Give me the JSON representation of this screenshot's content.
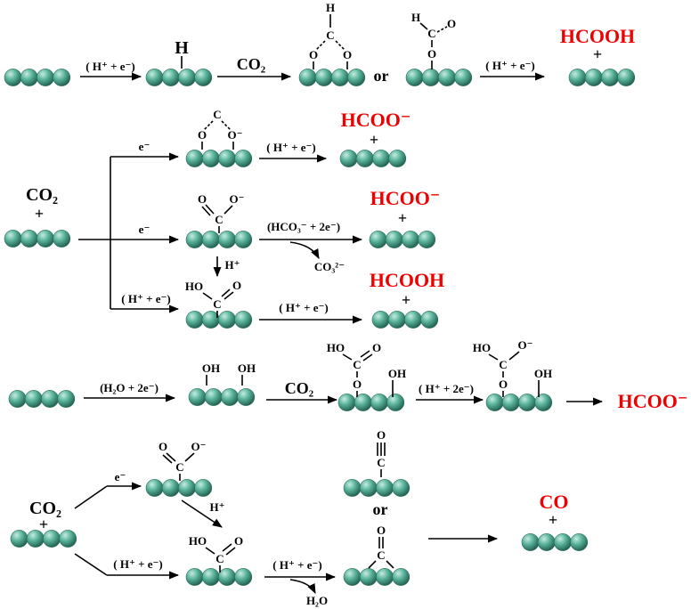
{
  "colors": {
    "atom_fill": "#58b29a",
    "atom_highlight": "#c6ece0",
    "atom_shade": "#1f5a4c",
    "product": "#ee0000",
    "line": "#000000"
  },
  "row1": {
    "step1": "( H⁺ + e⁻)",
    "adsorbate_h": "H",
    "step2": "CO₂",
    "or": "or",
    "step3": "( H⁺ + e⁻)",
    "product": "HCOOH",
    "plus": "+"
  },
  "row2": {
    "reactant": "CO₂",
    "reactant_plus": "+",
    "branch_a_e": "e⁻",
    "branch_a_step": "( H⁺ + e⁻)",
    "branch_a_product": "HCOO⁻",
    "branch_a_plus": "+",
    "branch_b_e": "e⁻",
    "branch_b_step": "(HCO₃⁻ + 2e⁻)",
    "branch_b_side": "CO₃²⁻",
    "branch_b_product": "HCOO⁻",
    "branch_b_plus": "+",
    "h_plus": "H⁺",
    "branch_c_step": "( H⁺ + e⁻)",
    "branch_c_step2": "( H⁺ + e⁻)",
    "branch_c_product": "HCOOH",
    "branch_c_plus": "+"
  },
  "row3": {
    "step1": "(H₂O + 2e⁻)",
    "step2": "CO₂",
    "step3": "( H⁺ + 2e⁻)",
    "product": "HCOO⁻"
  },
  "row4": {
    "reactant": "CO₂",
    "reactant_plus": "+",
    "upper_e": "e⁻",
    "h_plus": "H⁺",
    "lower_step": "( H⁺ + e⁻)",
    "step2": "( H⁺ + e⁻)",
    "side": "H₂O",
    "or": "or",
    "product": "CO",
    "plus": "+"
  }
}
